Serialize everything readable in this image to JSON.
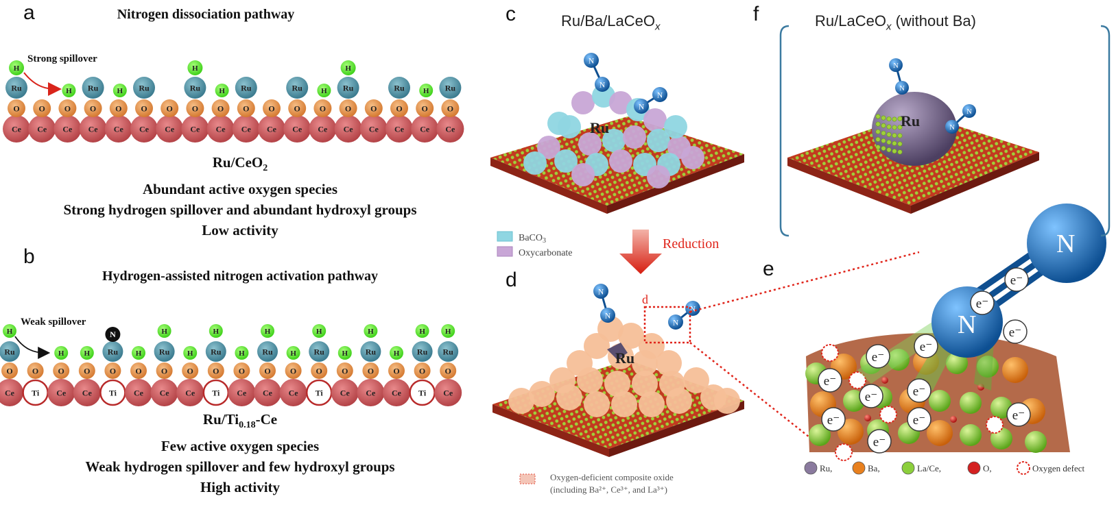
{
  "panel_a": {
    "label": "a",
    "title": "Nitrogen dissociation pathway",
    "spillover": "Strong spillover",
    "caption_main": "Ru/CeO",
    "caption_sub": "2",
    "line2": "Abundant active oxygen species",
    "line3": "Strong hydrogen spillover and abundant hydroxyl groups",
    "line4": "Low activity"
  },
  "panel_b": {
    "label": "b",
    "title": "Hydrogen-assisted nitrogen activation pathway",
    "spillover": "Weak spillover",
    "caption_main": "Ru/Ti",
    "caption_sub": "0.18",
    "caption_tail": "-Ce",
    "line2": "Few active oxygen species",
    "line3": "Weak hydrogen spillover and few hydroxyl groups",
    "line4": "High activity"
  },
  "atoms": {
    "Ce": "Ce",
    "O": "O",
    "Ru": "Ru",
    "H": "H",
    "Ti": "Ti",
    "N": "N"
  },
  "panel_c": {
    "label": "c",
    "title_main": "Ru/Ba/LaCeO",
    "title_x": "x",
    "ru": "Ru",
    "legend1_main": "BaCO",
    "legend1_sub": "3",
    "legend2": "Oxycarbonate"
  },
  "arrow": {
    "label": "Reduction"
  },
  "panel_d": {
    "label": "d",
    "zoom_label": "d",
    "ru": "Ru",
    "legend_line1": "Oxygen-deficient composite oxide",
    "legend_line2": "(including Ba²⁺, Ce³⁺, and La³⁺)"
  },
  "panel_e": {
    "label": "e",
    "electron": "e⁻",
    "n": "N",
    "legend": [
      {
        "name": "Ru,",
        "color": "#8a7a9e"
      },
      {
        "name": "Ba,",
        "color": "#e8801e"
      },
      {
        "name": "La/Ce,",
        "color": "#8ccf3c"
      },
      {
        "name": "O,",
        "color": "#d42020"
      },
      {
        "name": "Oxygen defect",
        "color": "#ffffff"
      }
    ]
  },
  "panel_f": {
    "label": "f",
    "title_main": "Ru/LaCeO",
    "title_x": "x",
    "title_tail": " (without Ba)",
    "ru": "Ru"
  },
  "colors": {
    "ce": "#c9585c",
    "o": "#e2904a",
    "ru": "#4e8ea1",
    "h": "#57e22c",
    "n": "#1a6fb5",
    "accent_red": "#e0251b"
  }
}
